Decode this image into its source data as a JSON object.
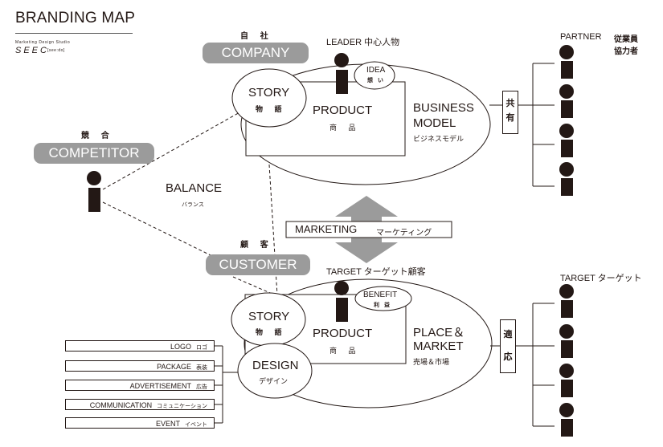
{
  "header": {
    "title": "BRANDING MAP",
    "studio_label": "Marketing Design Studio",
    "logo": "SEEC",
    "logo_reading": "[see:do]"
  },
  "company": {
    "label_jp": "自 社",
    "pill": "COMPANY",
    "leader": "LEADER 中心人物",
    "idea": "IDEA",
    "idea_jp": "想 い",
    "story": "STORY",
    "story_jp": "物 語",
    "product": "PRODUCT",
    "product_jp": "商 品",
    "business_model_1": "BUSINESS",
    "business_model_2": "MODEL",
    "business_model_jp": "ビジネスモデル",
    "share_box": [
      "共",
      "有"
    ]
  },
  "partner": {
    "label": "PARTNER",
    "label_jp_1": "従業員",
    "label_jp_2": "協力者",
    "count": 4
  },
  "competitor": {
    "label_jp": "競 合",
    "pill": "COMPETITOR"
  },
  "balance": {
    "label": "BALANCE",
    "label_jp": "バランス"
  },
  "marketing": {
    "label": "MARKETING",
    "label_jp": "マーケティング"
  },
  "customer": {
    "label_jp": "顧 客",
    "pill": "CUSTOMER",
    "target": "TARGET ターゲット顧客",
    "benefit": "BENEFIT",
    "benefit_jp": "利 益",
    "story": "STORY",
    "story_jp": "物 語",
    "product": "PRODUCT",
    "product_jp": "商 品",
    "design": "DESIGN",
    "design_jp": "デザイン",
    "place_1": "PLACE＆",
    "place_2": "MARKET",
    "place_jp": "売場＆市場",
    "fit_box": [
      "適",
      "応"
    ]
  },
  "target_group": {
    "label": "TARGET ターゲット",
    "count": 4
  },
  "design_items": [
    {
      "en": "LOGO",
      "jp": "ロゴ"
    },
    {
      "en": "PACKAGE",
      "jp": "表装"
    },
    {
      "en": "ADVERTISEMENT",
      "jp": "広告"
    },
    {
      "en": "COMMUNICATION",
      "jp": "コミュニケーション"
    },
    {
      "en": "EVENT",
      "jp": "イベント"
    }
  ],
  "colors": {
    "ink": "#231815",
    "pill": "#9b9b9b",
    "arrow": "#9b9b9b"
  }
}
